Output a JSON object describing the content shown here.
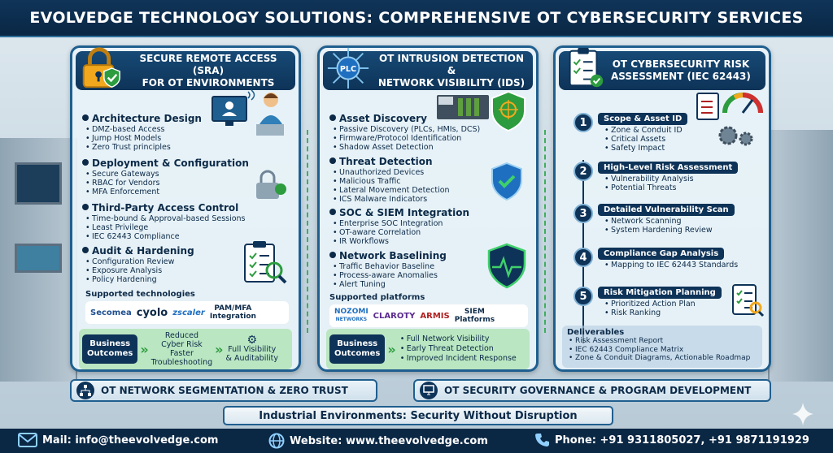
{
  "header": {
    "title": "EVOLVEDGE TECHNOLOGY SOLUTIONS: COMPREHENSIVE OT CYBERSECURITY SERVICES"
  },
  "sra": {
    "title_line1": "SECURE REMOTE ACCESS (SRA)",
    "title_line2": "FOR OT ENVIRONMENTS",
    "sections": [
      {
        "heading": "Architecture Design",
        "items": [
          "DMZ-based Access",
          "Jump Host Models",
          "Zero Trust principles"
        ]
      },
      {
        "heading": "Deployment & Configuration",
        "items": [
          "Secure Gateways",
          "RBAC for Vendors",
          "MFA Enforcement"
        ]
      },
      {
        "heading": "Third-Party Access Control",
        "items": [
          "Time-bound & Approval-based Sessions",
          "Least Privilege",
          "IEC 62443 Compliance"
        ]
      },
      {
        "heading": "Audit & Hardening",
        "items": [
          "Configuration Review",
          "Exposure Analysis",
          "Policy Hardening"
        ]
      }
    ],
    "supported_label": "Supported technologies",
    "logos": [
      "Secomea",
      "cyolo",
      "zscaler"
    ],
    "logo_extra_line1": "PAM/MFA",
    "logo_extra_line2": "Integration",
    "outcomes_badge_line1": "Business",
    "outcomes_badge_line2": "Outcomes",
    "outcome_a_line1": "Reduced",
    "outcome_a_line2": "Cyber Risk",
    "outcome_b_line1": "Faster",
    "outcome_b_line2": "Troubleshooting",
    "outcome_c_line1": "Full Visibility",
    "outcome_c_line2": "& Auditability"
  },
  "ids": {
    "title_line1": "OT INTRUSION DETECTION &",
    "title_line2": "NETWORK VISIBILITY (IDS)",
    "plc_label": "PLC",
    "sections": [
      {
        "heading": "Asset Discovery",
        "items": [
          "Passive Discovery (PLCs, HMIs, DCS)",
          "Firmware/Protocol Identification",
          "Shadow Asset Detection"
        ]
      },
      {
        "heading": "Threat Detection",
        "items": [
          "Unauthorized Devices",
          "Malicious Traffic",
          "Lateral Movement Detection",
          "ICS Malware Indicators"
        ]
      },
      {
        "heading": "SOC & SIEM Integration",
        "items": [
          "Enterprise SOC Integration",
          "OT-aware Correlation",
          "IR Workflows"
        ]
      },
      {
        "heading": "Network Baselining",
        "items": [
          "Traffic Behavior Baseline",
          "Process-aware Anomalies",
          "Alert Tuning"
        ]
      }
    ],
    "supported_label": "Supported platforms",
    "logos": [
      "NOZOMI",
      "CLAROTY",
      "ARMIS"
    ],
    "logo_nozomi_sub": "NETWORKS",
    "logo_extra_line1": "SIEM",
    "logo_extra_line2": "Platforms",
    "outcomes_badge_line1": "Business",
    "outcomes_badge_line2": "Outcomes",
    "outcomes": [
      "Full Network Visibility",
      "Early Threat Detection",
      "Improved Incident Response"
    ]
  },
  "risk": {
    "title_line1": "OT CYBERSECURITY RISK",
    "title_line2": "ASSESSMENT (IEC 62443)",
    "steps": [
      {
        "num": "1",
        "title": "Scope & Asset ID",
        "items": [
          "Zone & Conduit ID",
          "Critical Assets",
          "Safety Impact"
        ]
      },
      {
        "num": "2",
        "title": "High-Level Risk Assessment",
        "items": [
          "Vulnerability Analysis",
          "Potential Threats"
        ]
      },
      {
        "num": "3",
        "title": "Detailed Vulnerability Scan",
        "items": [
          "Network Scanning",
          "System Hardening Review"
        ]
      },
      {
        "num": "4",
        "title": "Compliance Gap Analysis",
        "items": [
          "Mapping to IEC 62443 Standards"
        ]
      },
      {
        "num": "5",
        "title": "Risk Mitigation Planning",
        "items": [
          "Prioritized Action Plan",
          "Risk Ranking"
        ]
      }
    ],
    "deliverables_heading": "Deliverables",
    "deliverables": [
      "Risk Assessment Report",
      "IEC 62443 Compliance Matrix",
      "Zone & Conduit Diagrams, Actionable Roadmap"
    ]
  },
  "bars": {
    "segmentation": "OT NETWORK SEGMENTATION & ZERO TRUST",
    "governance": "OT SECURITY GOVERNANCE & PROGRAM DEVELOPMENT"
  },
  "tagline": "Industrial Environments: Security Without Disruption",
  "footer": {
    "email": "Mail: info@theevolvedge.com",
    "website": "Website: www.theevolvedge.com",
    "phone": "Phone: +91 9311805027, +91 9871191929"
  },
  "colors": {
    "navy": "#0e3358",
    "border": "#1f5f8f",
    "green": "#2c9c3e",
    "gold": "#f2a81d"
  }
}
